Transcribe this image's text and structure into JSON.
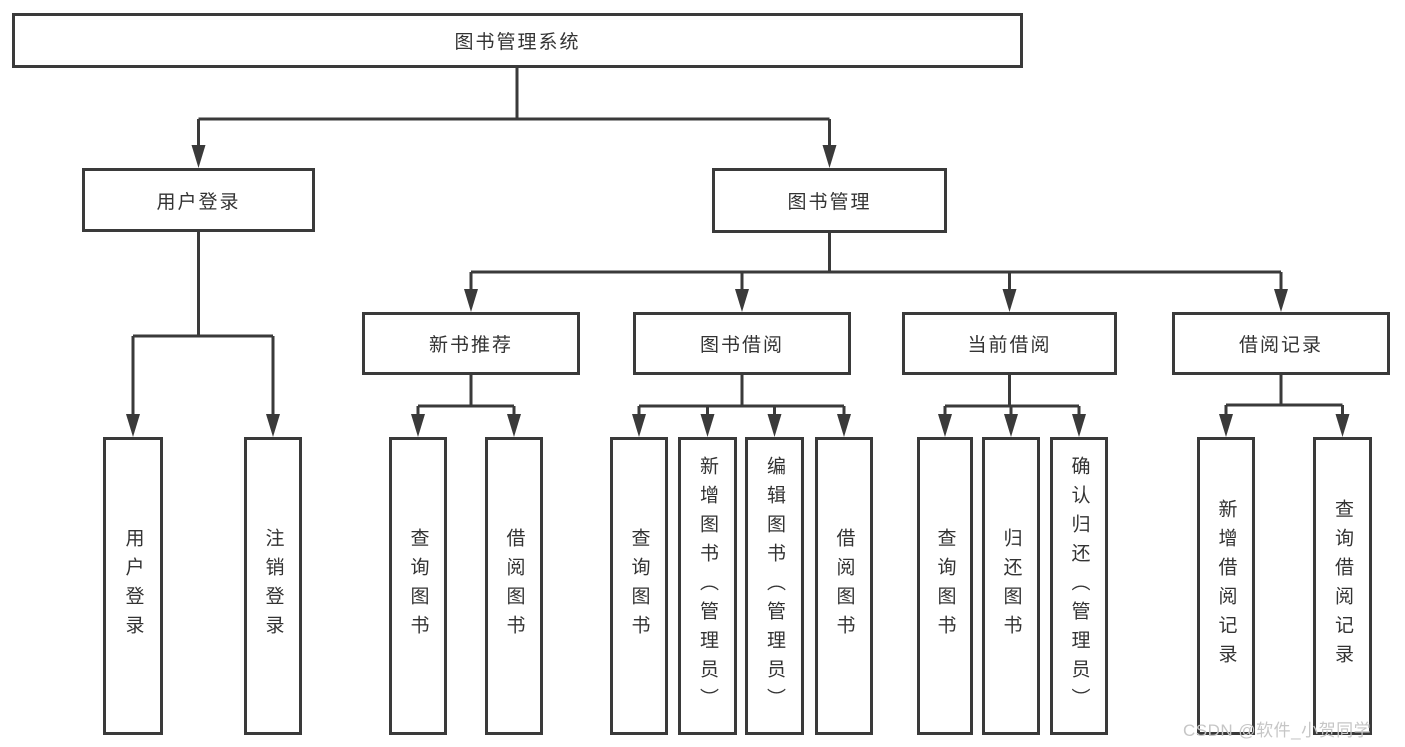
{
  "diagram": {
    "root": {
      "label": "图书管理系统"
    },
    "branches": [
      {
        "label": "用户登录",
        "children": [
          {
            "label": "用户登录"
          },
          {
            "label": "注销登录"
          }
        ]
      },
      {
        "label": "图书管理",
        "children": [
          {
            "label": "新书推荐",
            "children": [
              {
                "label": "查询图书"
              },
              {
                "label": "借阅图书"
              }
            ]
          },
          {
            "label": "图书借阅",
            "children": [
              {
                "label": "查询图书"
              },
              {
                "label": "新增图书（管理员）"
              },
              {
                "label": "编辑图书（管理员）"
              },
              {
                "label": "借阅图书"
              }
            ]
          },
          {
            "label": "当前借阅",
            "children": [
              {
                "label": "查询图书"
              },
              {
                "label": "归还图书"
              },
              {
                "label": "确认归还（管理员）"
              }
            ]
          },
          {
            "label": "借阅记录",
            "children": [
              {
                "label": "新增借阅记录"
              },
              {
                "label": "查询借阅记录"
              }
            ]
          }
        ]
      }
    ]
  },
  "watermark": {
    "text": "CSDN @软件_小贺同学",
    "color": "#c6c6c6"
  },
  "colors": {
    "line": "#3a3a3a",
    "text": "#333333",
    "box_background": "#ffffff"
  }
}
